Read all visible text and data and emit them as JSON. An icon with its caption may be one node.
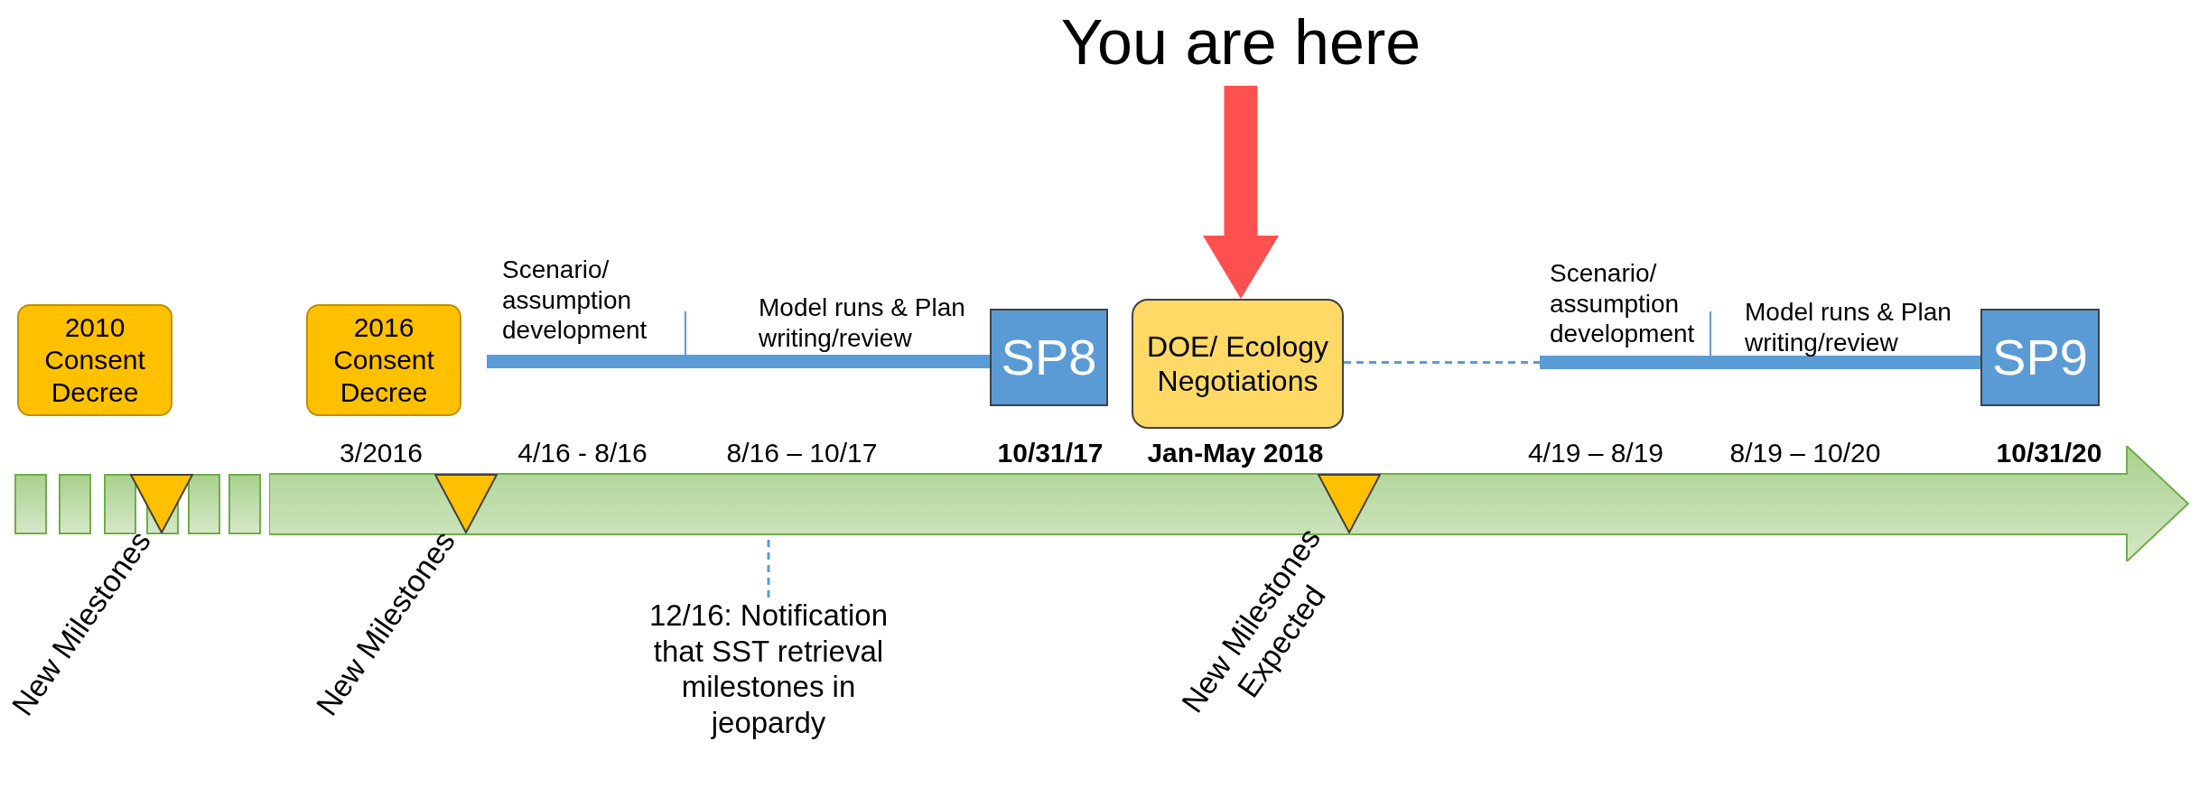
{
  "diagram": {
    "nodes": [
      {
        "text": [
          "You are here"
        ]
      },
      {
        "text": [
          "2010 Consent Decree"
        ]
      },
      {
        "text": [
          "2016 Consent Decree"
        ]
      },
      {
        "text": [],
        "shape": "bar"
      },
      {
        "text": [
          "SP8"
        ]
      },
      {
        "text": [
          "DOE/ Ecology Negotiations"
        ]
      },
      {
        "text": [],
        "shape": "bar"
      },
      {
        "text": [
          "SP9"
        ]
      },
      {
        "text": [],
        "shape": "arrow"
      },
      {
        "text": [
          "12/16: Notification that SST retrieval milestones in jeopardy"
        ]
      }
    ],
    "edges": [
      {
        "from": 0,
        "to": 5,
        "arrow": "to",
        "style": "thick",
        "color": "#ff5050"
      },
      {
        "from": 5,
        "to": 6,
        "arrow": "none",
        "style": "dashed"
      },
      {
        "from": 9,
        "to": 8,
        "arrow": "none",
        "style": "dashed"
      }
    ],
    "labels": [
      "Scenario/ assumption development",
      "Model runs & Plan writing/review",
      "Scenario/ assumption development",
      "Model runs & Plan writing/review",
      "3/2016",
      "4/16 - 8/16",
      "8/16 – 10/17",
      "10/31/17",
      "Jan-May 2018",
      "4/19 – 8/19",
      "8/19 – 10/20",
      "10/31/20",
      "New Milestones",
      "New Milestones",
      "New Milestones Expected"
    ]
  }
}
